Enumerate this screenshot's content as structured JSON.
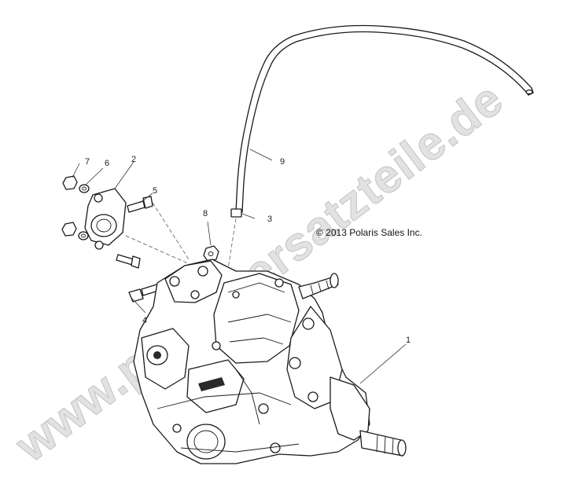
{
  "watermark": "www.polarisersatzteile.de",
  "copyright": "© 2013 Polaris Sales Inc.",
  "callouts": [
    {
      "id": "1",
      "label": "1"
    },
    {
      "id": "2",
      "label": "2"
    },
    {
      "id": "3",
      "label": "3"
    },
    {
      "id": "4",
      "label": "4"
    },
    {
      "id": "5",
      "label": "5"
    },
    {
      "id": "6",
      "label": "6"
    },
    {
      "id": "7",
      "label": "7"
    },
    {
      "id": "8",
      "label": "8"
    },
    {
      "id": "9",
      "label": "9"
    }
  ]
}
